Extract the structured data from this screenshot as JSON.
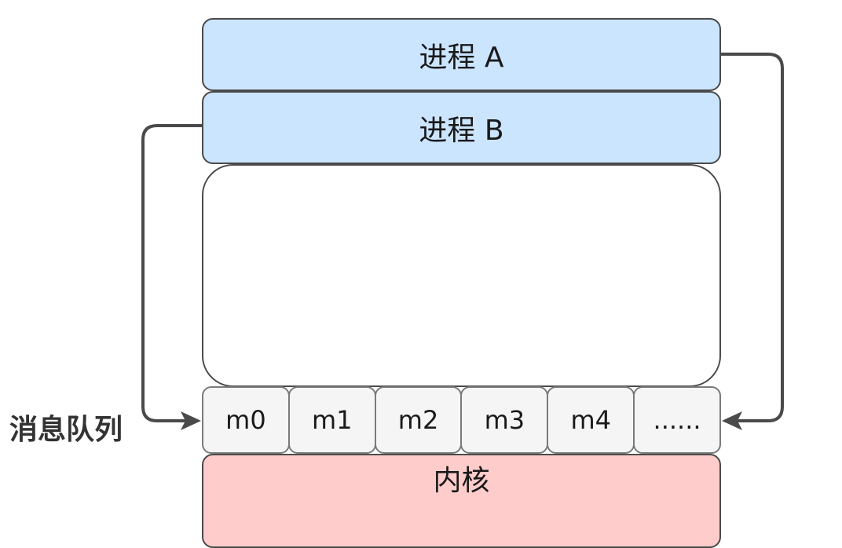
{
  "process_a": "进程 A",
  "process_b": "进程 B",
  "queue_label": "消息队列",
  "queue_cells": [
    "m0",
    "m1",
    "m2",
    "m3",
    "m4",
    "......"
  ],
  "kernel": "内核",
  "colors": {
    "process_fill": "#cce5ff",
    "kernel_fill": "#ffcccc",
    "queue_fill": "#f5f5f5",
    "arrow": "#4a4a4a"
  }
}
